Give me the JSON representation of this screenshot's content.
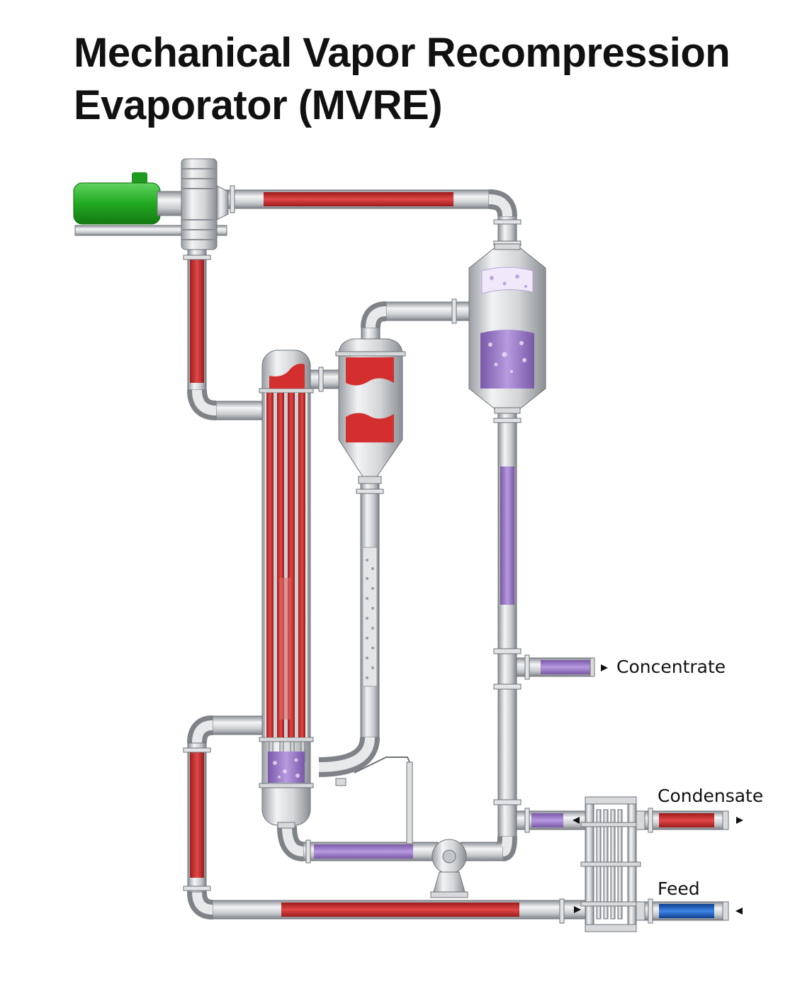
{
  "title": {
    "line1": "Mechanical Vapor Recompression",
    "line2": "Evaporator (MVRE)"
  },
  "streams": {
    "concentrate": "Concentrate",
    "condensate": "Condensate",
    "feed": "Feed"
  },
  "colors": {
    "vapor": "#d32f2f",
    "concentrate": "#9c7ac8",
    "feed": "#1e63c8",
    "motor": "#22aa22",
    "pipe": "#c8cacc"
  },
  "icons": [
    "motor-icon",
    "compressor-icon",
    "falling-film-evaporator-icon",
    "separator-icon",
    "flash-vessel-icon",
    "pump-icon",
    "plate-heat-exchanger-icon",
    "arrow-icon"
  ]
}
